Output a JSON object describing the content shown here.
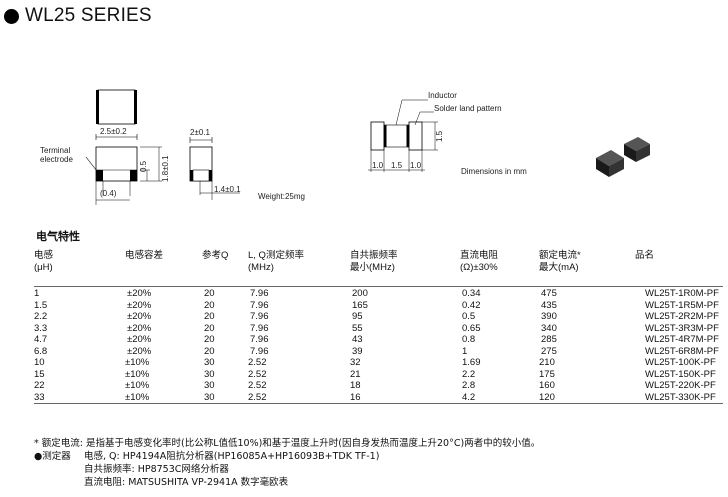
{
  "title": "WL25 SERIES",
  "drawing": {
    "label_terminal": "Terminal",
    "label_electrode": "electrode",
    "dim_width": "2.5±0.2",
    "dim_side": "2±0.1",
    "dim_height": "1.8±0.1",
    "dim_pad": "0.5",
    "dim_gap": "(0.4)",
    "dim_bottom": "1.4±0.1",
    "weight": "Weight:25mg",
    "label_inductor": "Inductor",
    "label_solder": "Solder land pattern",
    "land_1": "1.0",
    "land_2": "1.5",
    "land_3": "1.0",
    "land_h": "1.5",
    "dimensions_note": "Dimensions in mm"
  },
  "section_title": "电气特性",
  "table": {
    "headers": [
      [
        "电感",
        "(μH)"
      ],
      [
        "电感容差"
      ],
      [
        "参考Q"
      ],
      [
        "L, Q测定频率",
        "(MHz)"
      ],
      [
        "自共振频率",
        "最小(MHz)"
      ],
      [
        "直流电阻",
        "(Ω)±30%"
      ],
      [
        "额定电流*",
        "最大(mA)"
      ],
      [
        "品名"
      ]
    ],
    "rows": [
      [
        "1",
        "±20%",
        "20",
        "7.96",
        "200",
        "0.34",
        "475",
        "WL25T-1R0M-PF"
      ],
      [
        "1.5",
        "±20%",
        "20",
        "7.96",
        "165",
        "0.42",
        "435",
        "WL25T-1R5M-PF"
      ],
      [
        "2.2",
        "±20%",
        "20",
        "7.96",
        "95",
        "0.5",
        "390",
        "WL25T-2R2M-PF"
      ],
      [
        "3.3",
        "±20%",
        "20",
        "7.96",
        "55",
        "0.65",
        "340",
        "WL25T-3R3M-PF"
      ],
      [
        "4.7",
        "±20%",
        "20",
        "7.96",
        "43",
        "0.8",
        "285",
        "WL25T-4R7M-PF"
      ],
      [
        "6.8",
        "±20%",
        "20",
        "7.96",
        "39",
        "1",
        "275",
        "WL25T-6R8M-PF"
      ],
      [
        "10",
        "±10%",
        "30",
        "2.52",
        "32",
        "1.69",
        "210",
        "WL25T-100K-PF"
      ],
      [
        "15",
        "±10%",
        "30",
        "2.52",
        "21",
        "2.2",
        "175",
        "WL25T-150K-PF"
      ],
      [
        "22",
        "±10%",
        "30",
        "2.52",
        "18",
        "2.8",
        "160",
        "WL25T-220K-PF"
      ],
      [
        "33",
        "±10%",
        "30",
        "2.52",
        "16",
        "4.2",
        "120",
        "WL25T-330K-PF"
      ]
    ]
  },
  "notes": {
    "rated_current": "* 额定电流: 是指基于电感变化率时(比公称L值低10%)和基于温度上升时(因自身发热而温度上升20°C)两者中的较小值。",
    "instrument_label": "●测定器",
    "instrument_1": "电感, Q: HP4194A阻抗分析器(HP16085A+HP16093B+TDK TF-1)",
    "instrument_2": "自共振频率: HP8753C网络分析器",
    "instrument_3": "直流电阻: MATSUSHITA VP-2941A 数字毫欧表"
  }
}
